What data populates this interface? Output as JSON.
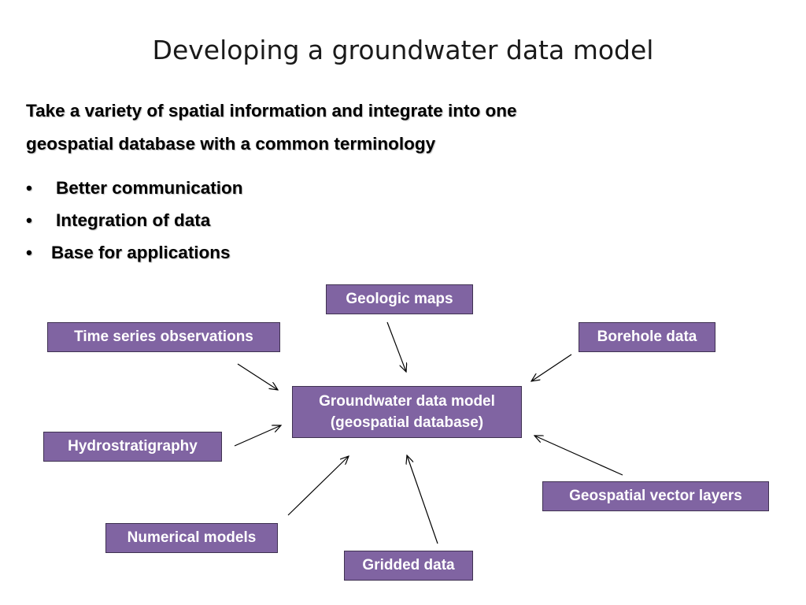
{
  "slide": {
    "title": "Developing a groundwater data model",
    "intro_line1": "Take a variety of spatial information and integrate into one",
    "intro_line2": "geospatial database with a common terminology",
    "bullets": [
      "Better communication",
      "Integration of data",
      "Base for applications"
    ],
    "bullet_symbol": "•"
  },
  "diagram": {
    "center_line1": "Groundwater data model",
    "center_line2": "(geospatial database)",
    "sources": {
      "geologic_maps": "Geologic maps",
      "time_series": "Time series observations",
      "borehole": "Borehole data",
      "hydrostratigraphy": "Hydrostratigraphy",
      "vector_layers": "Geospatial vector layers",
      "numerical_models": "Numerical models",
      "gridded_data": "Gridded data"
    }
  },
  "colors": {
    "box_fill": "#8064a2",
    "box_border": "#3f3151",
    "box_text": "#ffffff",
    "arrow": "#000000"
  }
}
